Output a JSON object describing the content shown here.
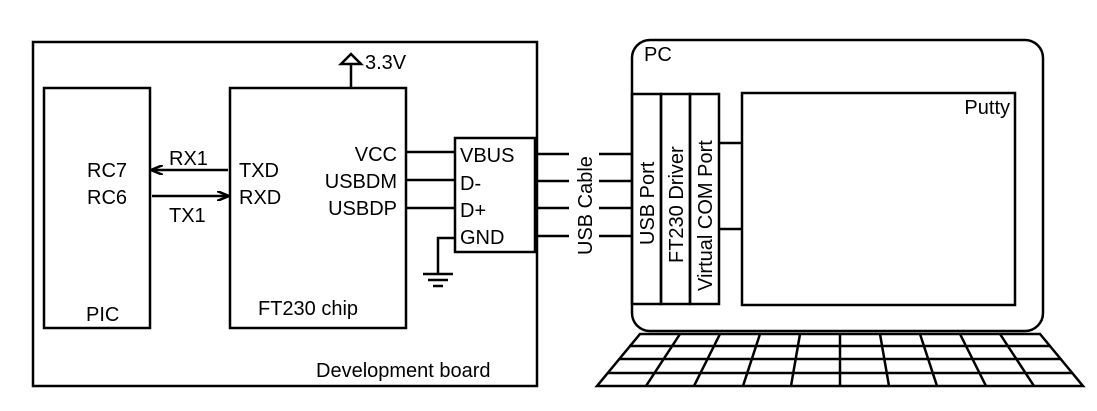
{
  "board": {
    "label": "Development board"
  },
  "supply": {
    "label": "3.3V"
  },
  "pic": {
    "label": "PIC",
    "pins": [
      "RC7",
      "RC6"
    ]
  },
  "signals": {
    "rx": "RX1",
    "tx": "TX1"
  },
  "ft230": {
    "label": "FT230 chip",
    "left_pins": [
      "TXD",
      "RXD"
    ],
    "right_pins": [
      "VCC",
      "USBDM",
      "USBDP"
    ]
  },
  "connector": {
    "pins": [
      "VBUS",
      "D-",
      "D+",
      "GND"
    ]
  },
  "cable": {
    "label": "USB Cable"
  },
  "pc": {
    "label": "PC",
    "layers": [
      "USB Port",
      "FT230 Driver",
      "Virtual COM Port"
    ],
    "app": "Putty"
  }
}
